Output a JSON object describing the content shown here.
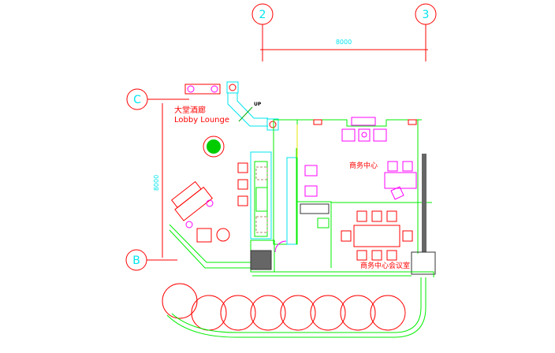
{
  "grid_labels": {
    "axis_2": "2",
    "axis_3": "3",
    "axis_c": "C",
    "axis_b": "B"
  },
  "dimensions": {
    "horizontal": "8000",
    "vertical": "8000"
  },
  "rooms": {
    "lobby_lounge_cn": "大堂酒廊",
    "lobby_lounge_en": "Lobby Lounge",
    "business_center": "商务中心",
    "meeting_room": "商务中心会议室"
  },
  "stair_label": "UP",
  "colors": {
    "red": "#ff0000",
    "green": "#00ee00",
    "cyan": "#00e5ee",
    "magenta": "#ff00ff",
    "yellow": "#e6e600"
  }
}
